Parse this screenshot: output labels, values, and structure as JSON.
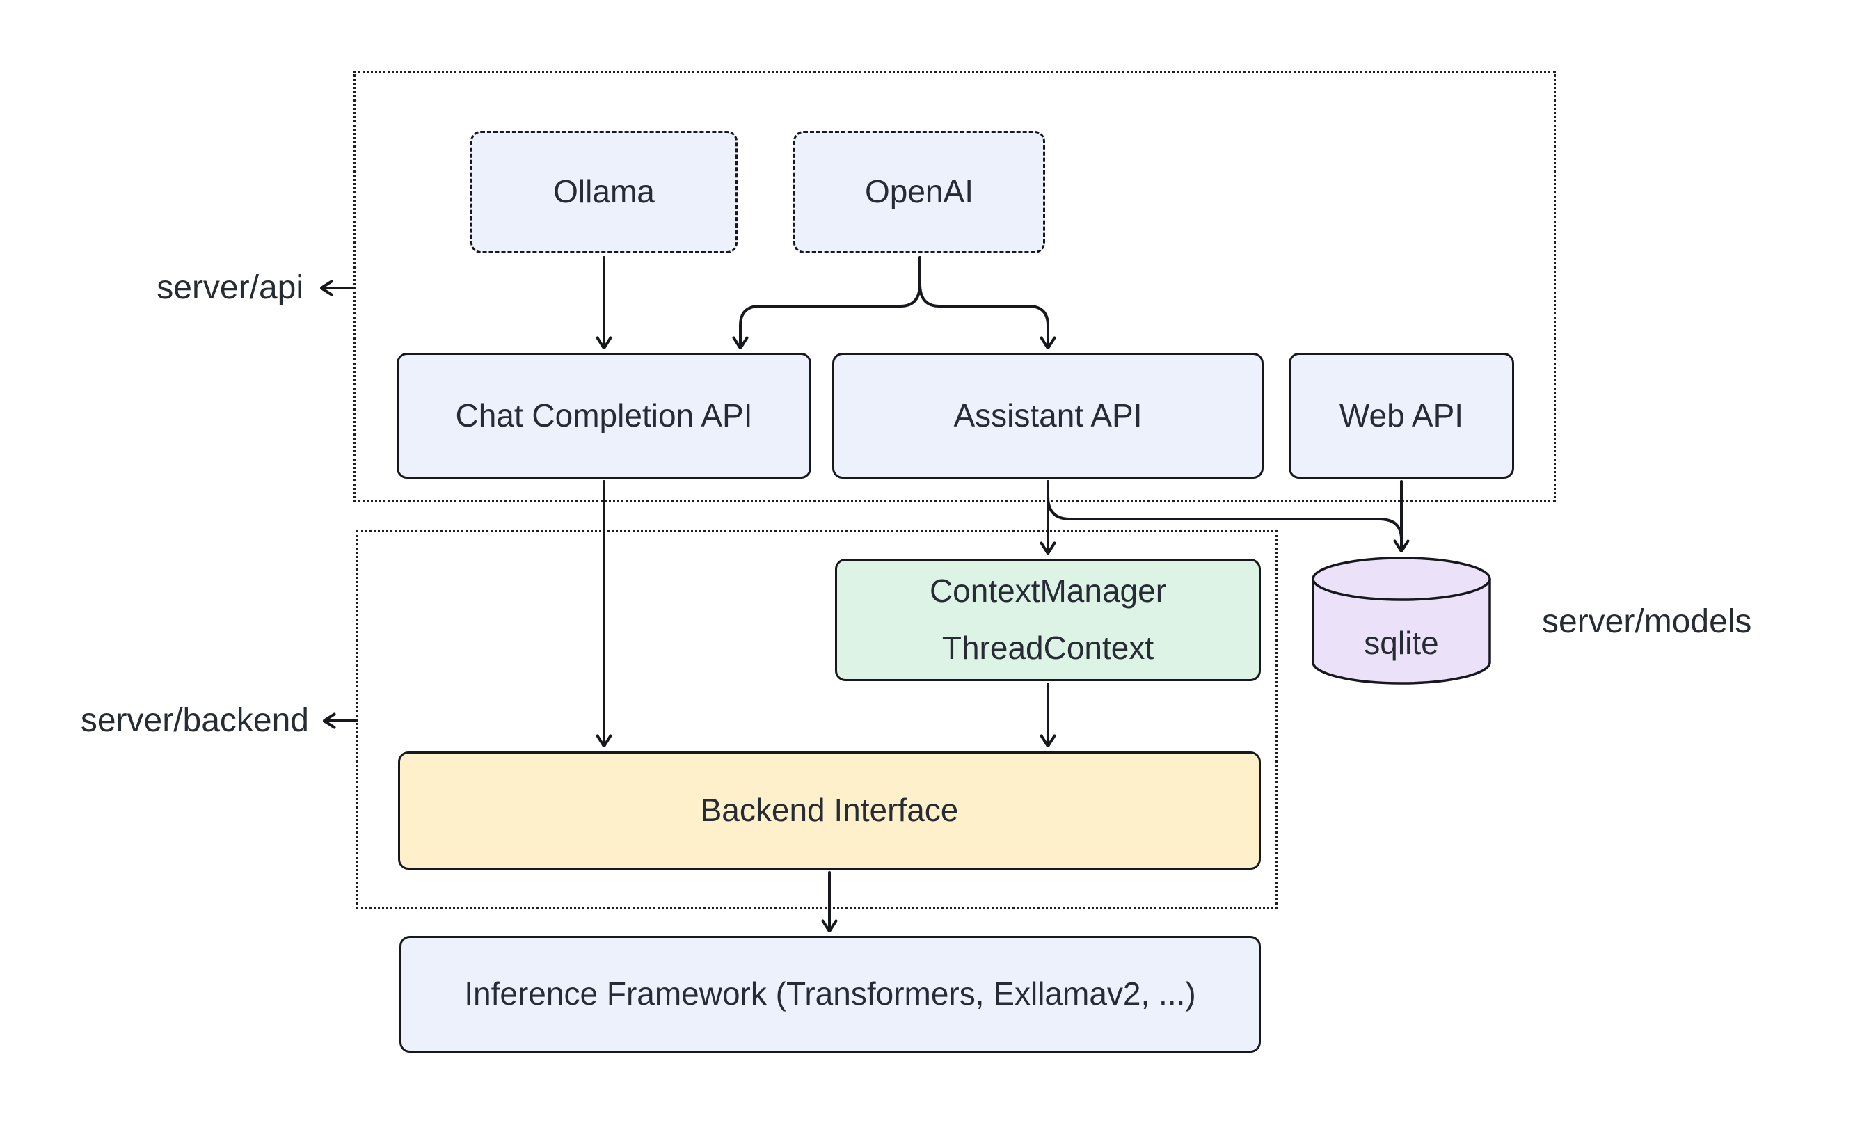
{
  "diagram": {
    "groups": {
      "api": {
        "label": "server/api"
      },
      "backend": {
        "label": "server/backend"
      },
      "models": {
        "label": "server/models"
      }
    },
    "nodes": {
      "ollama": {
        "label": "Ollama"
      },
      "openai": {
        "label": "OpenAI"
      },
      "chat_completion_api": {
        "label": "Chat Completion API"
      },
      "assistant_api": {
        "label": "Assistant API"
      },
      "web_api": {
        "label": "Web API"
      },
      "context_manager": {
        "lines": [
          "ContextManager",
          "ThreadContext"
        ]
      },
      "sqlite": {
        "label": "sqlite"
      },
      "backend_interface": {
        "label": "Backend Interface"
      },
      "inference_framework": {
        "label": "Inference Framework (Transformers, Exllamav2, ...)"
      }
    },
    "colors": {
      "box_blue": "#edf1fc",
      "box_green": "#ddf3e5",
      "box_yellow": "#fdf0cb",
      "box_purple": "#ebe1f9",
      "stroke": "#16181d",
      "text": "#272b33"
    }
  }
}
